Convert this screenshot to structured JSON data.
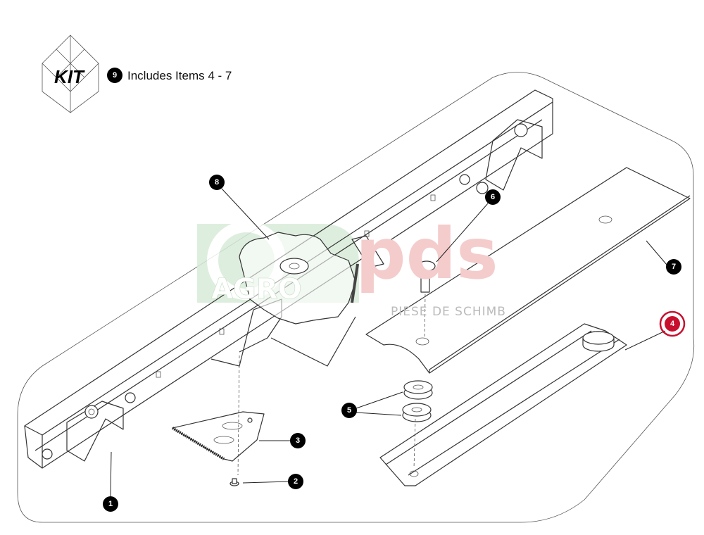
{
  "kit": {
    "logo_text": "KIT",
    "badge_number": "9",
    "description": "Includes Items 4 - 7"
  },
  "watermark": {
    "brand_left": "AGRO",
    "brand_right": "pds",
    "tagline": "PIESE DE SCHIMB",
    "green": "#d9ecd9",
    "red": "#f4cccc"
  },
  "callouts": {
    "c1": "1",
    "c2": "2",
    "c3": "3",
    "c4": "4",
    "c5": "5",
    "c6": "6",
    "c7": "7",
    "c8": "8"
  },
  "highlight_color": "#c8102e"
}
